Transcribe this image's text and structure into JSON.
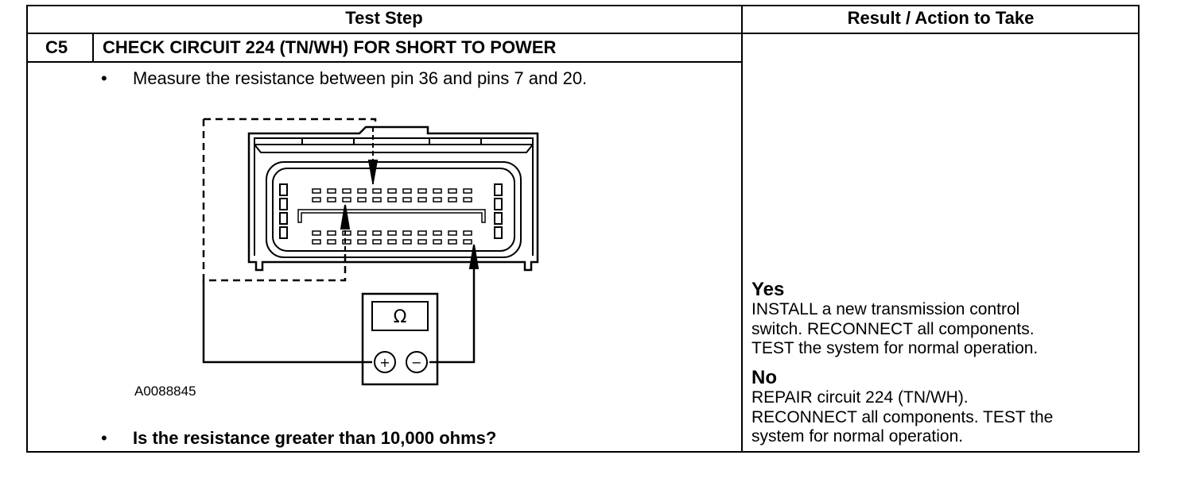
{
  "table": {
    "header_left": "Test Step",
    "header_right": "Result / Action to Take"
  },
  "step": {
    "id": "C5",
    "title": "CHECK CIRCUIT 224 (TN/WH) FOR SHORT TO POWER",
    "bullet_1": "Measure the resistance between pin 36 and pins 7 and 20.",
    "bullet_2": "Is the resistance greater than 10,000 ohms?"
  },
  "figure": {
    "id": "A0088845",
    "meter_symbol": "Ω",
    "plus_symbol": "+",
    "minus_symbol": "−"
  },
  "results": {
    "yes_label": "Yes",
    "yes_text": "INSTALL a new transmission control\nswitch. RECONNECT all components.\nTEST the system for normal operation.",
    "no_label": "No",
    "no_text": "REPAIR circuit 224 (TN/WH).\nRECONNECT all components. TEST the\nsystem for normal operation."
  }
}
